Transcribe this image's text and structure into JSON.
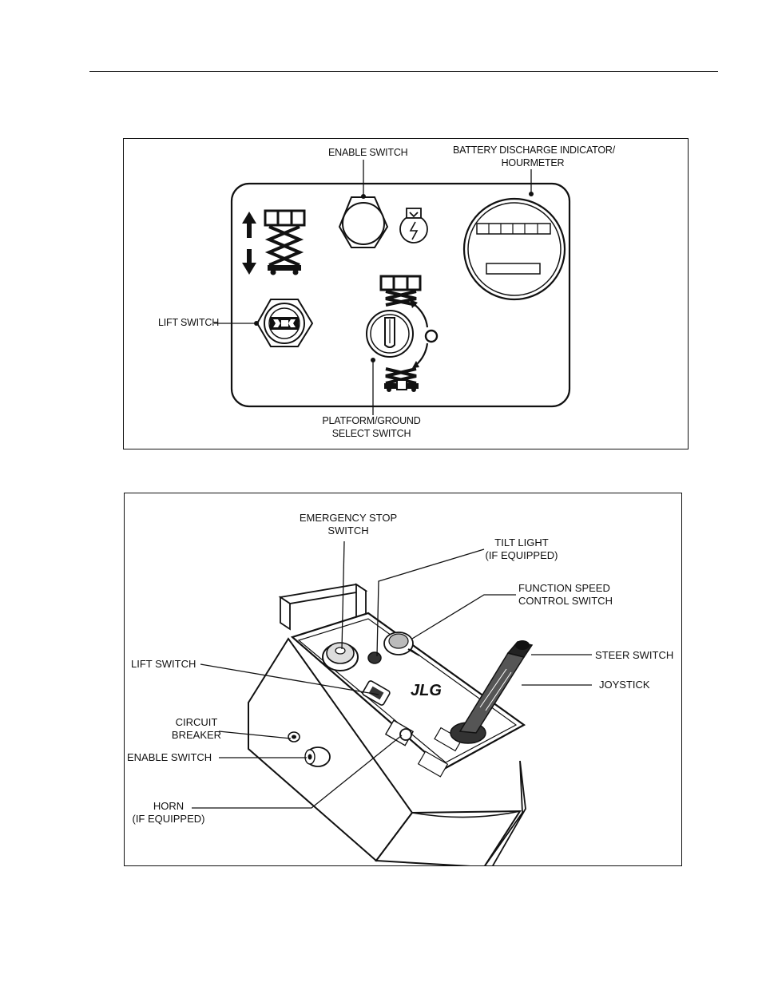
{
  "figure1": {
    "labels": {
      "enable_switch": "ENABLE SWITCH",
      "battery_line1": "BATTERY DISCHARGE INDICATOR/",
      "battery_line2": "HOURMETER",
      "lift_switch": "LIFT SWITCH",
      "platform_line1": "PLATFORM/GROUND",
      "platform_line2": "SELECT SWITCH"
    },
    "icons": [
      "lift-up-down-icon",
      "scissor-lift-icon",
      "enable-power-icon",
      "platform-select-icon",
      "ground-select-icon"
    ]
  },
  "figure2": {
    "labels": {
      "emergency_line1": "EMERGENCY STOP",
      "emergency_line2": "SWITCH",
      "tilt_line1": "TILT LIGHT",
      "tilt_line2": "(IF EQUIPPED)",
      "speed_line1": "FUNCTION SPEED",
      "speed_line2": "CONTROL SWITCH",
      "lift_switch": "LIFT SWITCH",
      "steer_switch": "STEER SWITCH",
      "joystick": "JOYSTICK",
      "circuit_line1": "CIRCUIT",
      "circuit_line2": "BREAKER",
      "enable_switch": "ENABLE SWITCH",
      "horn_line1": "HORN",
      "horn_line2": "(IF EQUIPPED)"
    },
    "logo": "JLG"
  }
}
